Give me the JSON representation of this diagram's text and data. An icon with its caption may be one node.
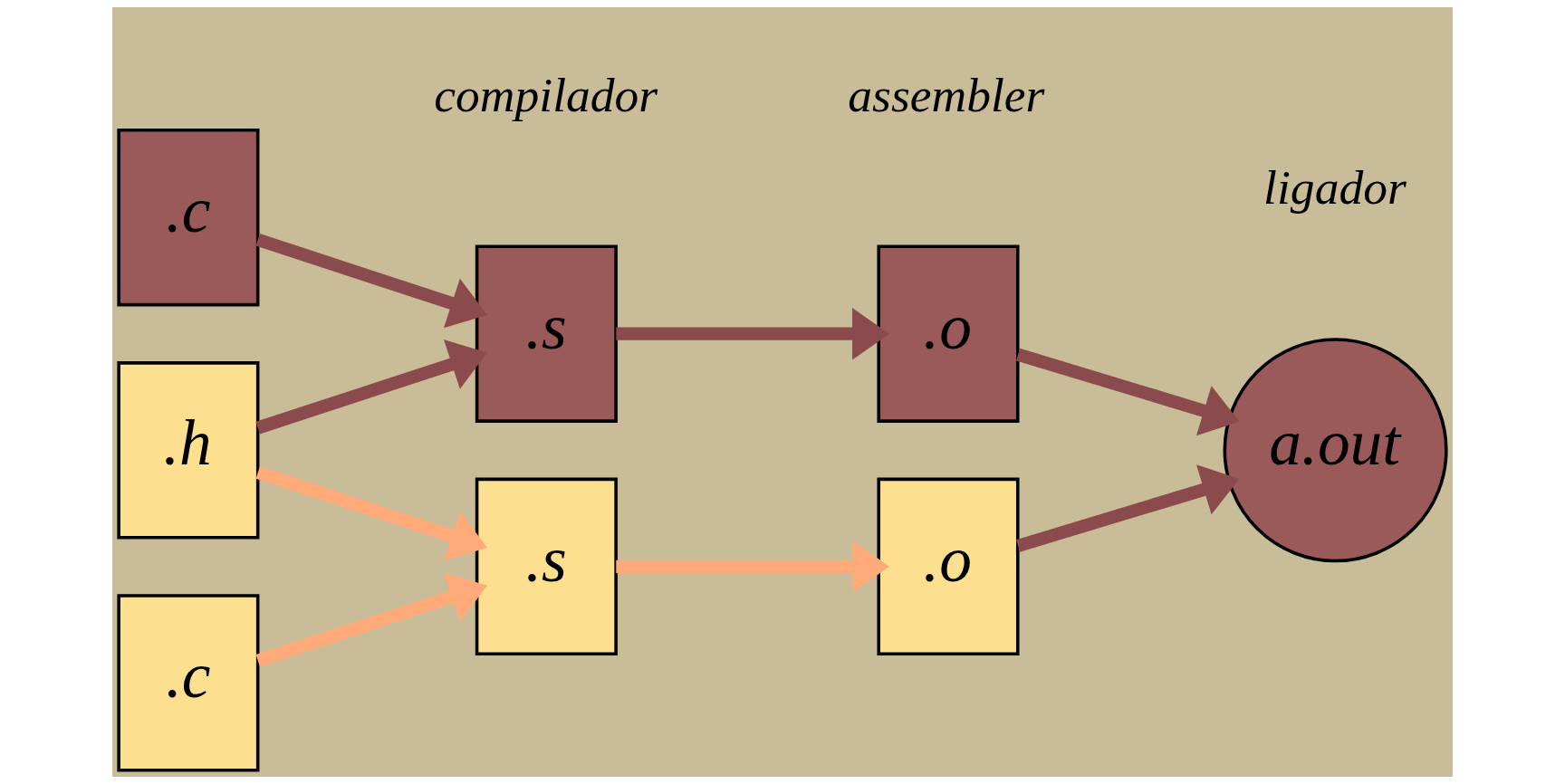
{
  "diagram": {
    "nodes": [
      {
        "text": [
          ".c"
        ]
      },
      {
        "text": [
          ".h"
        ]
      },
      {
        "text": [
          ".c"
        ]
      },
      {
        "text": [
          ".s"
        ]
      },
      {
        "text": [
          ".s"
        ]
      },
      {
        "text": [
          ".o"
        ]
      },
      {
        "text": [
          ".o"
        ]
      },
      {
        "text": [
          "a.out"
        ]
      }
    ],
    "edges": [
      {
        "from": 0,
        "to": 3,
        "arrow": "to"
      },
      {
        "from": 1,
        "to": 3,
        "arrow": "to"
      },
      {
        "from": 1,
        "to": 4,
        "arrow": "to",
        "color": "#ffaa78"
      },
      {
        "from": 2,
        "to": 4,
        "arrow": "to",
        "color": "#ffaa78"
      },
      {
        "from": 3,
        "to": 5,
        "arrow": "to"
      },
      {
        "from": 4,
        "to": 6,
        "arrow": "to",
        "color": "#ffaa78"
      },
      {
        "from": 5,
        "to": 7,
        "arrow": "to"
      },
      {
        "from": 6,
        "to": 7,
        "arrow": "to"
      }
    ],
    "labels": [
      "compilador",
      "assembler",
      "ligador"
    ]
  }
}
